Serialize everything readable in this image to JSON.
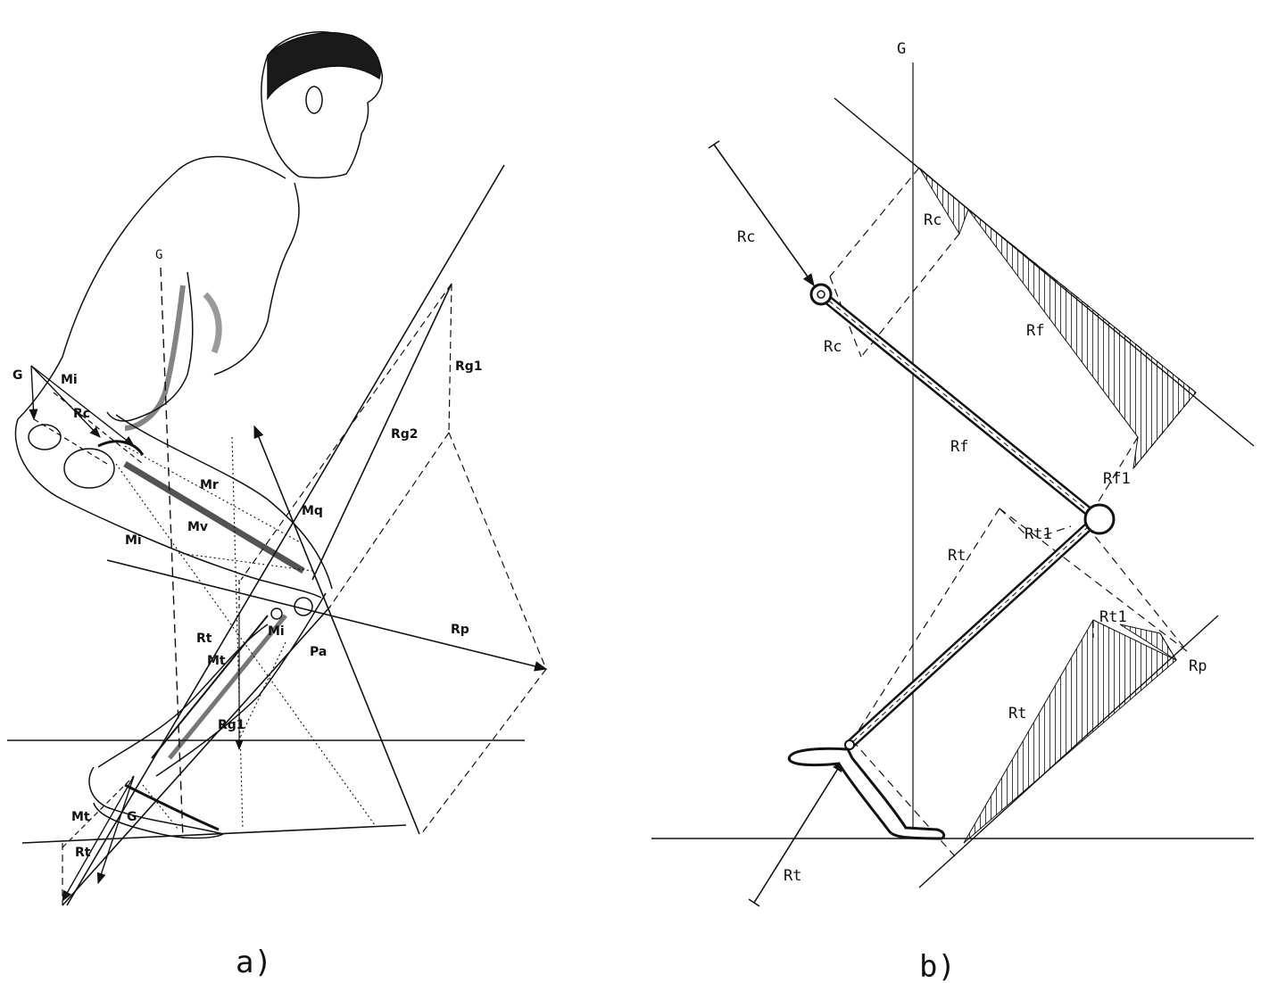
{
  "panel_a": {
    "caption": "a)",
    "labels": {
      "G_top": "G",
      "G_left": "G",
      "Mi_top": "Mi",
      "Rc": "Rc",
      "Mr": "Mr",
      "Mv": "Mv",
      "Mi_mid": "Mi",
      "Mq": "Mq",
      "Rg1_top": "Rg1",
      "Rg2": "Rg2",
      "Rp": "Rp",
      "Rt_mid": "Rt",
      "Mi_knee": "Mi",
      "Pa": "Pa",
      "Mt_mid": "Mt",
      "Rg1_low": "Rg1",
      "Mt_low": "Mt",
      "G_foot": "G",
      "Rt_low": "Rt"
    }
  },
  "panel_b": {
    "caption": "b)",
    "labels": {
      "G": "G",
      "Rc_arrow": "Rc",
      "Rc_tri": "Rc",
      "Rc_small": "Rc",
      "Rf_tri": "Rf",
      "Rf_bar": "Rf",
      "Rf1": "Rf1",
      "Rt1_upper": "Rt1",
      "Rt_upper": "Rt",
      "Rt1_lower": "Rt1",
      "Rp": "Rp",
      "Rt_tri": "Rt",
      "Rt_arrow": "Rt"
    }
  },
  "colors": {
    "ink": "#111111",
    "paper": "#ffffff"
  },
  "icons": [
    "arrowhead-icon",
    "joint-circle-icon",
    "hatch-pattern"
  ]
}
